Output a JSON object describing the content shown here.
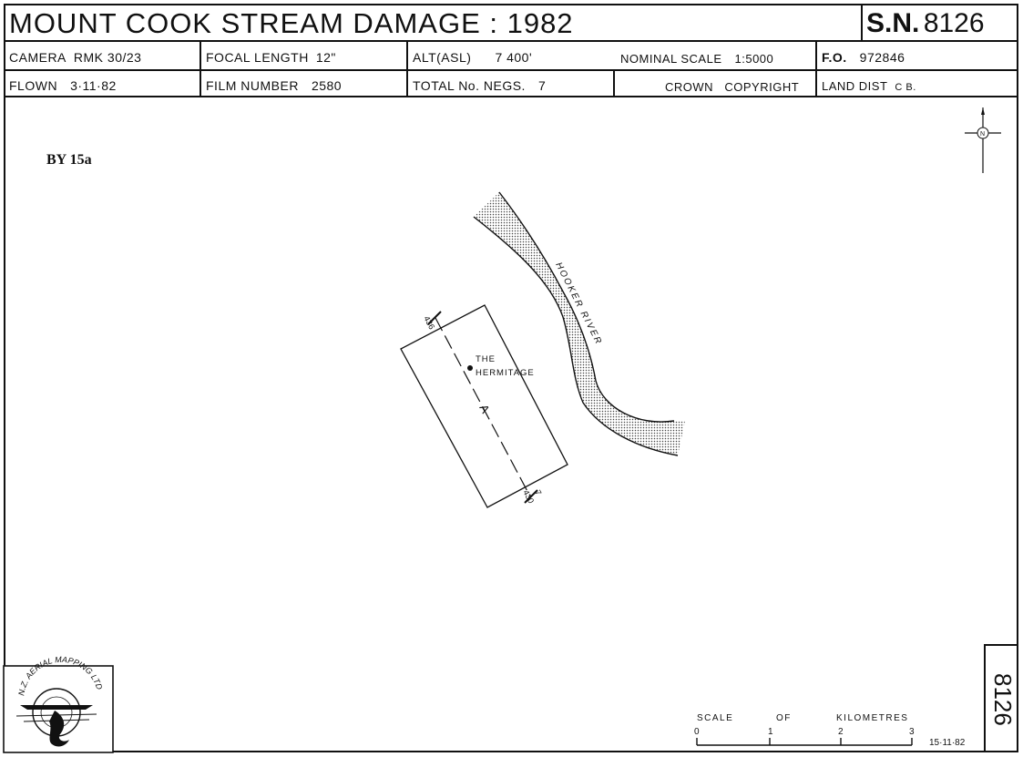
{
  "header": {
    "title": "MOUNT  COOK  STREAM  DAMAGE : 1982",
    "sn_label": "S.N.",
    "sn_number": "8126"
  },
  "row1": {
    "camera_label": "CAMERA",
    "camera_value": "RMK 30/23",
    "focal_label": "FOCAL LENGTH",
    "focal_value": "12\"",
    "alt_label": "ALT(ASL)",
    "alt_value": "7 400'",
    "scale_label": "NOMINAL SCALE",
    "scale_value": "1:5000",
    "fo_label": "F.O.",
    "fo_value": "972846"
  },
  "row2": {
    "flown_label": "FLOWN",
    "flown_value": "3·11·82",
    "film_label": "FILM NUMBER",
    "film_value": "2580",
    "negs_label": "TOTAL No. NEGS.",
    "negs_value": "7",
    "copyright": "CROWN   COPYRIGHT",
    "land_label": "LAND DIST",
    "land_value": "C B."
  },
  "map": {
    "ref_code": "BY 15a",
    "river_label": "HOOKER RIVER",
    "place_line1": "THE",
    "place_line2": "HERMITAGE",
    "run_letter": "A",
    "frame_start": "436",
    "frame_end": "430",
    "frame_end_count": "7",
    "north_symbol": "N"
  },
  "scale_bar": {
    "title_1": "SCALE",
    "title_2": "OF",
    "title_3": "KILOMETRES",
    "ticks": [
      "0",
      "1",
      "2",
      "3"
    ]
  },
  "footer": {
    "date": "15·11·82",
    "side_number": "8126",
    "logo_text": "N.Z. AERIAL MAPPING LTD"
  }
}
